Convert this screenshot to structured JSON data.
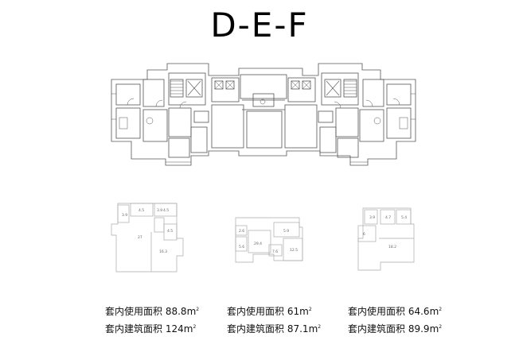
{
  "title": "D-E-F",
  "units": [
    {
      "room_labels": [
        "3.9",
        "4.5",
        "3.9",
        "4.5",
        "4.5",
        "27",
        "16.3"
      ],
      "usable_area_label": "套内使用面积",
      "usable_area_value": "88.8m",
      "building_area_label": "套内建筑面积",
      "building_area_value": "124m"
    },
    {
      "room_labels": [
        "2.6",
        "5.9",
        "29.4",
        "5.6",
        "7.6",
        "12.5"
      ],
      "usable_area_label": "套内使用面积",
      "usable_area_value": "61m",
      "building_area_label": "套内建筑面积",
      "building_area_value": "87.1m"
    },
    {
      "room_labels": [
        "3.9",
        "4.7",
        "5.4",
        "6",
        "18.2"
      ],
      "usable_area_label": "套内使用面积",
      "usable_area_value": "64.6m",
      "building_area_label": "套内建筑面积",
      "building_area_value": "89.9m"
    }
  ],
  "area_unit_superscript": "2"
}
